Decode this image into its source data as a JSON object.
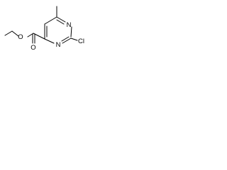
{
  "molecule": {
    "atoms": [
      {
        "id": "o_ether",
        "label": "O"
      },
      {
        "id": "o_carbonyl",
        "label": "O"
      },
      {
        "id": "n1",
        "label": "N"
      },
      {
        "id": "n3",
        "label": "N"
      },
      {
        "id": "cl",
        "label": "Cl"
      }
    ]
  },
  "colors": {
    "background": "#ffffff",
    "bond": "#000000",
    "text": "#000000"
  }
}
